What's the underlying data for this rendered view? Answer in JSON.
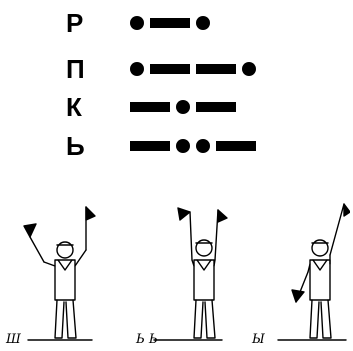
{
  "code_table": {
    "rows": [
      {
        "letter": "Р",
        "code": [
          "dot",
          "dash",
          "dot"
        ]
      },
      {
        "letter": "П",
        "code": [
          "dot",
          "dash",
          "dash",
          "dot"
        ]
      },
      {
        "letter": "К",
        "code": [
          "dash",
          "dot",
          "dash"
        ]
      },
      {
        "letter": "Ь",
        "code": [
          "dash",
          "dot",
          "dot",
          "dash"
        ]
      }
    ]
  },
  "figures": [
    {
      "label": "Ш",
      "pose": "left-flag-out-right-flag-up"
    },
    {
      "label": "Ь Ь",
      "pose": "both-flags-up"
    },
    {
      "label": "Ы",
      "pose": "left-flag-low-right-flag-up"
    }
  ]
}
